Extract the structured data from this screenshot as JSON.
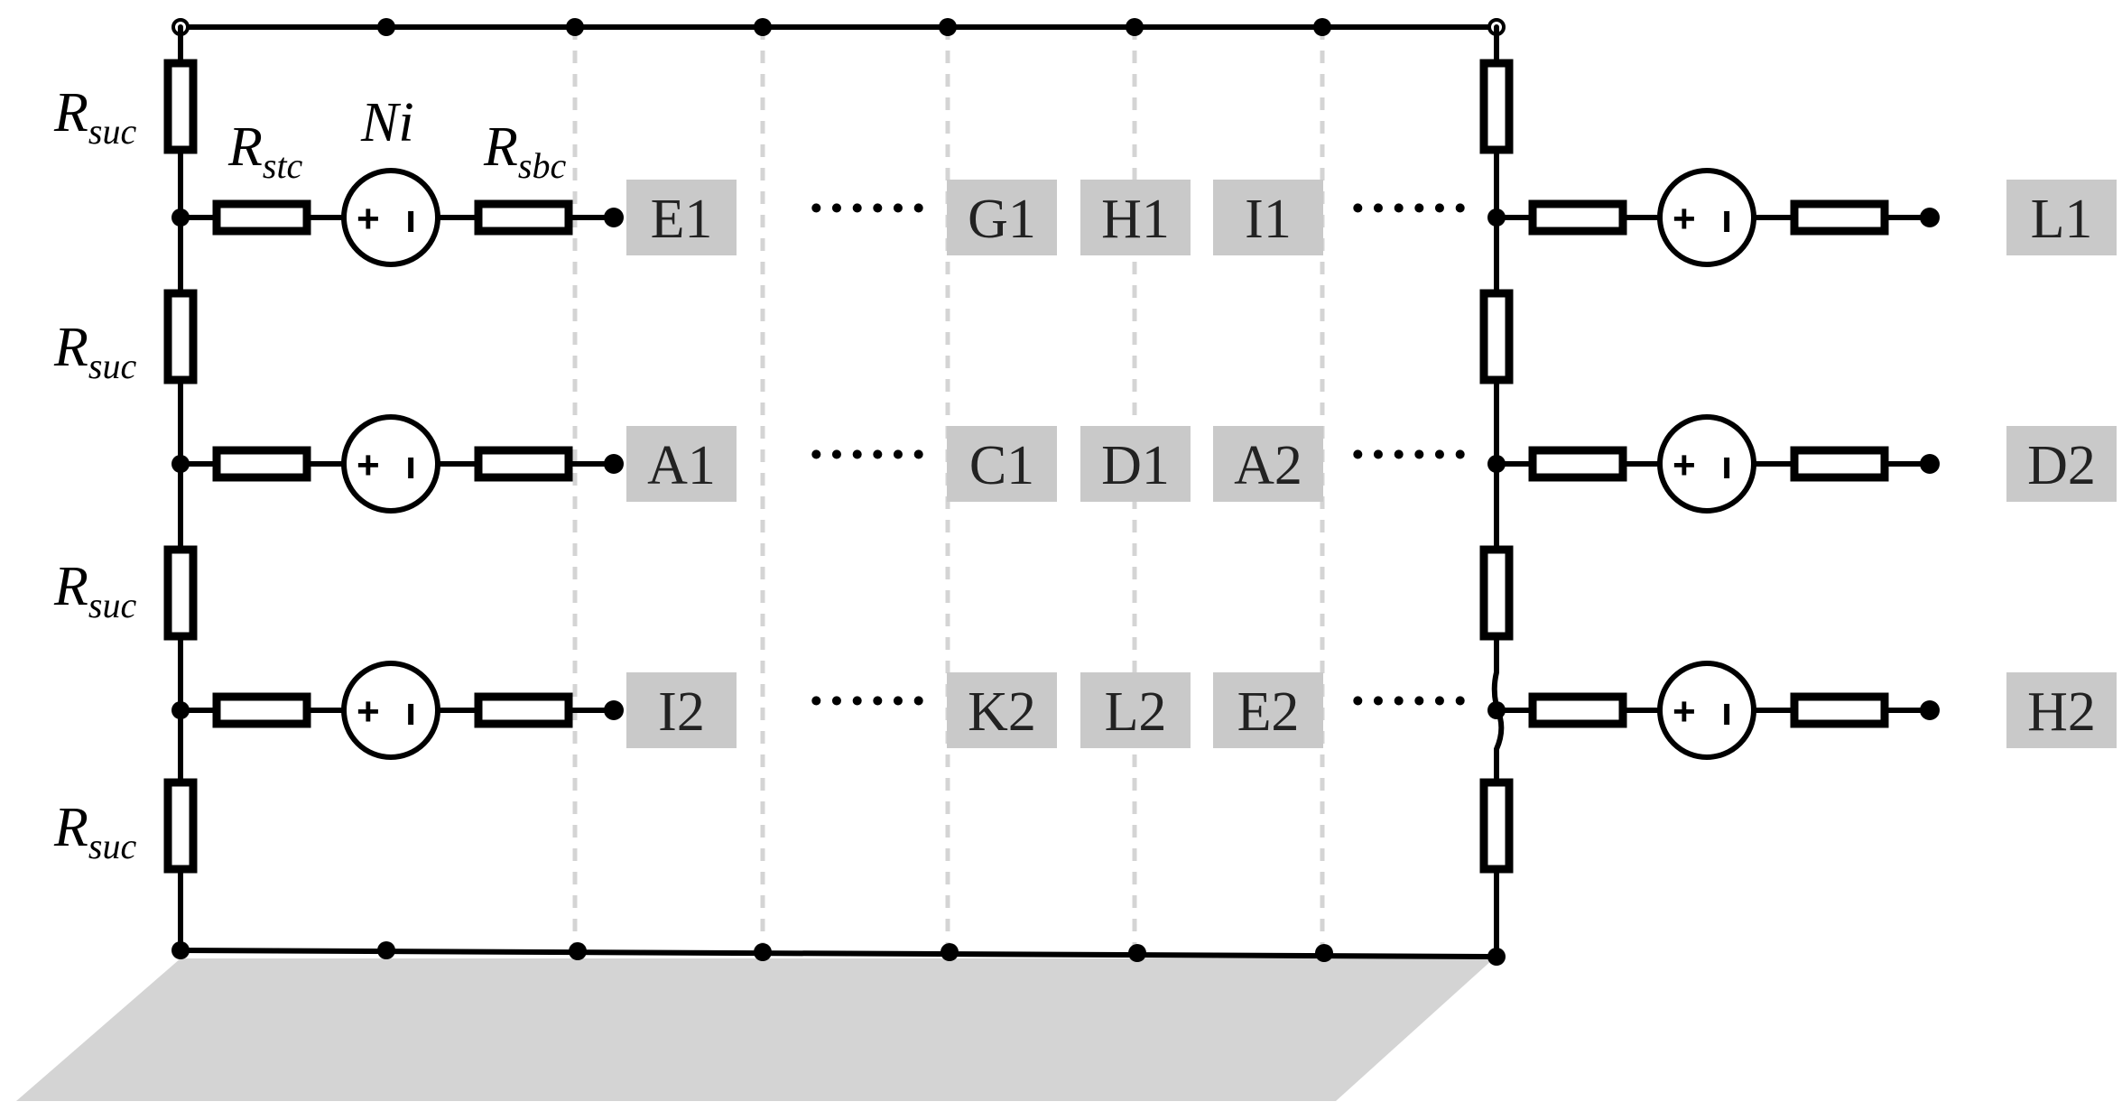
{
  "labels": {
    "r_series_up": "R",
    "r_series_up_sub": "suc",
    "r_tab_top": "R",
    "r_tab_top_sub": "stc",
    "r_tab_bottom": "R",
    "r_tab_bottom_sub": "sbc",
    "source": "Ni"
  },
  "left_resistor_labels": [
    "R",
    "R",
    "R",
    "R"
  ],
  "source_symbols": {
    "plus": "+",
    "minus": "ı"
  },
  "rows": [
    {
      "cells": [
        "E1",
        "G1",
        "H1",
        "I1"
      ],
      "end": "L1"
    },
    {
      "cells": [
        "A1",
        "C1",
        "D1",
        "A2"
      ],
      "end": "D2"
    },
    {
      "cells": [
        "I2",
        "K2",
        "L2",
        "E2"
      ],
      "end": "H2"
    }
  ],
  "ellipsis": "······",
  "colors": {
    "wire": "#000000",
    "cell_fill": "#c9c9c9",
    "dashed_line": "#d4d4d4",
    "ground_plane": "#d4d4d4"
  }
}
